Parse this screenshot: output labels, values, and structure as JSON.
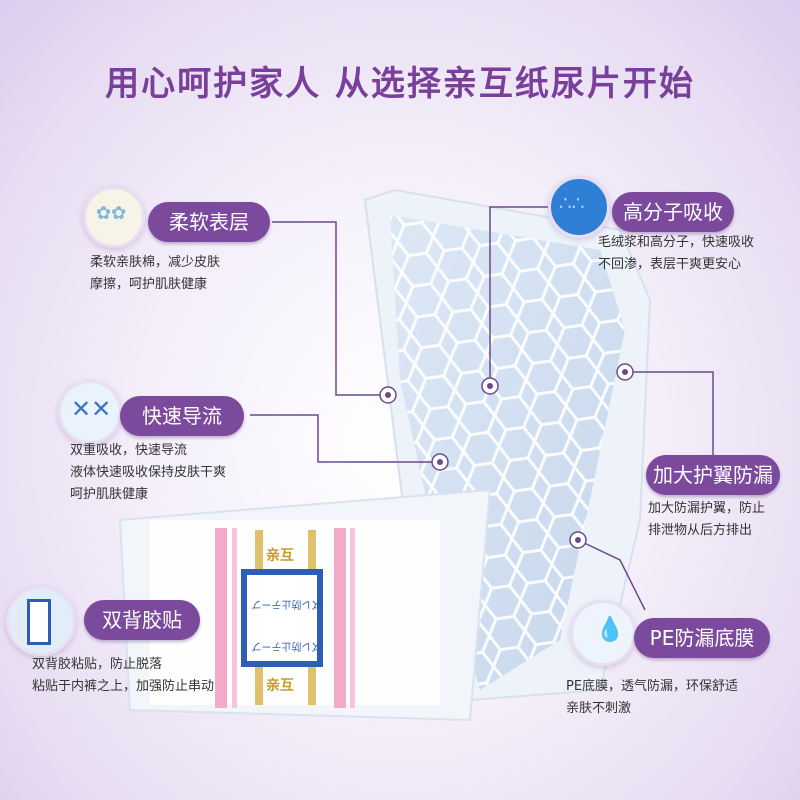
{
  "title": "用心呵护家人  从选择亲互纸尿片开始",
  "features": {
    "soft_layer": {
      "label": "柔软表层",
      "lines": [
        "柔软亲肤棉，减少皮肤",
        "摩擦，呵护肌肤健康"
      ]
    },
    "polymer": {
      "label": "高分子吸收",
      "lines": [
        "毛绒浆和高分子，快速吸收",
        "不回渗，表层干爽更安心"
      ]
    },
    "fast_flow": {
      "label": "快速导流",
      "lines": [
        "双重吸收，快速导流",
        "液体快速吸收保持皮肤干爽",
        "呵护肌肤健康"
      ]
    },
    "wing": {
      "label": "加大护翼防漏",
      "lines": [
        "加大防漏护翼，防止",
        "排泄物从后方排出"
      ]
    },
    "tape": {
      "label": "双背胶贴",
      "lines": [
        "双背胶粘贴，防止脱落",
        "粘贴于内裤之上，加强防止串动"
      ]
    },
    "pe_film": {
      "label": "PE防漏底膜",
      "lines": [
        "PE底膜，透气防漏，环保舒适",
        "亲肤不刺激"
      ]
    }
  },
  "product": {
    "brand": "亲互",
    "tape_text": "ズレ防止テープ"
  },
  "colors": {
    "accent": "#7c4a9d",
    "title": "#7a3f9a"
  }
}
